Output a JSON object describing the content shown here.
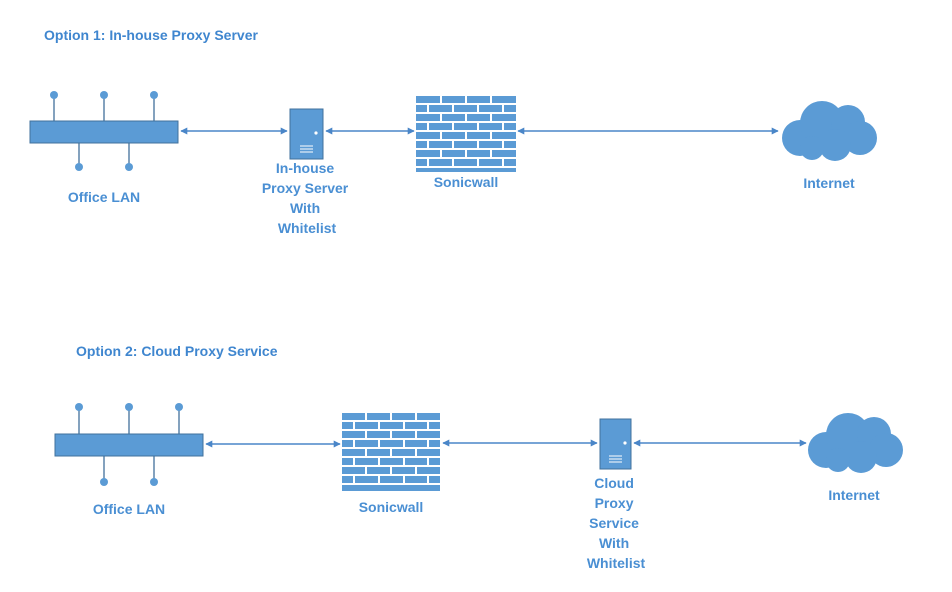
{
  "colors": {
    "shape_fill": "#5b9bd5",
    "shape_stroke": "#41719c",
    "text": "#4a8fd3",
    "connector": "#4a86c8",
    "background": "#ffffff"
  },
  "option1": {
    "title": "Option 1: In-house Proxy Server",
    "lan_label": "Office LAN",
    "proxy_label_lines": [
      "In-house",
      "Proxy Server",
      "With",
      "Whitelist"
    ],
    "firewall_label": "Sonicwall",
    "internet_label": "Internet"
  },
  "option2": {
    "title": "Option 2: Cloud Proxy Service",
    "lan_label": "Office LAN",
    "firewall_label": "Sonicwall",
    "proxy_label_lines": [
      "Cloud",
      "Proxy",
      "Service",
      "With",
      "Whitelist"
    ],
    "internet_label": "Internet"
  },
  "icons": {
    "lan": "network-hub-icon",
    "proxy": "server-tower-icon",
    "firewall": "brick-firewall-icon",
    "internet": "cloud-icon"
  }
}
